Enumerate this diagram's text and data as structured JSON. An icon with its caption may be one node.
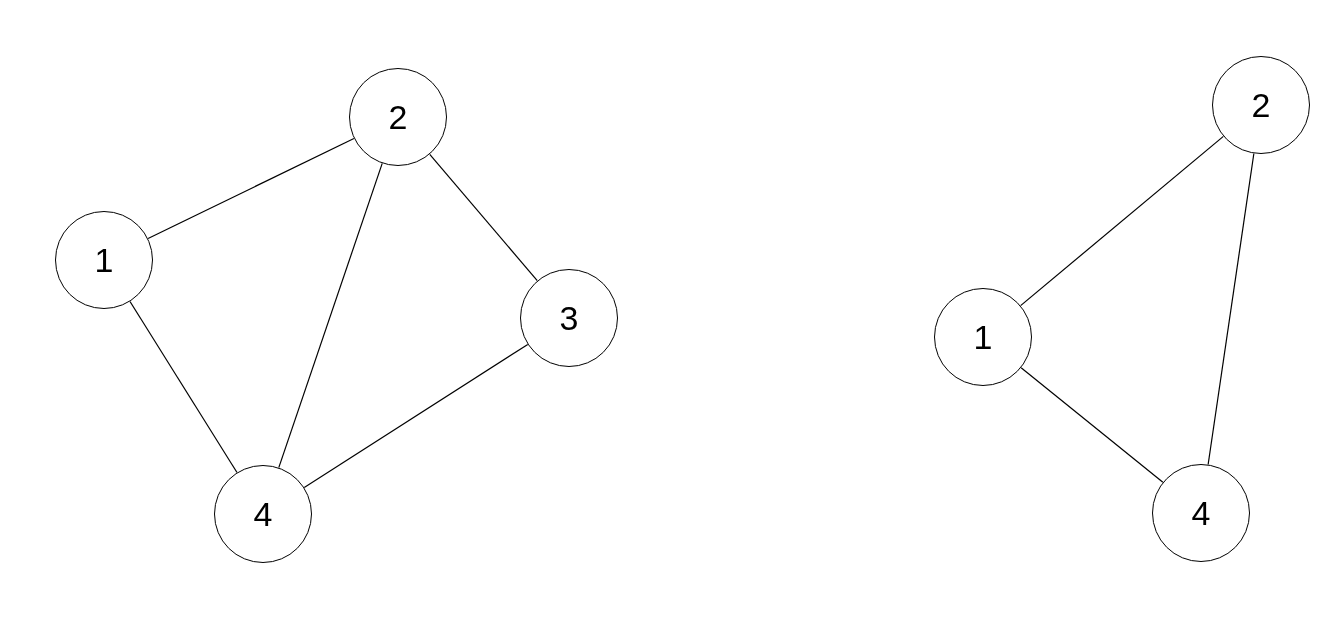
{
  "diagram": {
    "nodes": [
      {
        "text": [
          "1"
        ]
      },
      {
        "text": [
          "2"
        ]
      },
      {
        "text": [
          "3"
        ]
      },
      {
        "text": [
          "4"
        ]
      },
      {
        "text": [
          "1"
        ]
      },
      {
        "text": [
          "2"
        ]
      },
      {
        "text": [
          "4"
        ]
      }
    ],
    "edges": [
      {
        "from": 0,
        "to": 1,
        "arrow": "none"
      },
      {
        "from": 1,
        "to": 2,
        "arrow": "none"
      },
      {
        "from": 1,
        "to": 3,
        "arrow": "none"
      },
      {
        "from": 0,
        "to": 3,
        "arrow": "none"
      },
      {
        "from": 2,
        "to": 3,
        "arrow": "none"
      },
      {
        "from": 4,
        "to": 5,
        "arrow": "none"
      },
      {
        "from": 5,
        "to": 6,
        "arrow": "none"
      },
      {
        "from": 4,
        "to": 6,
        "arrow": "none"
      }
    ]
  }
}
